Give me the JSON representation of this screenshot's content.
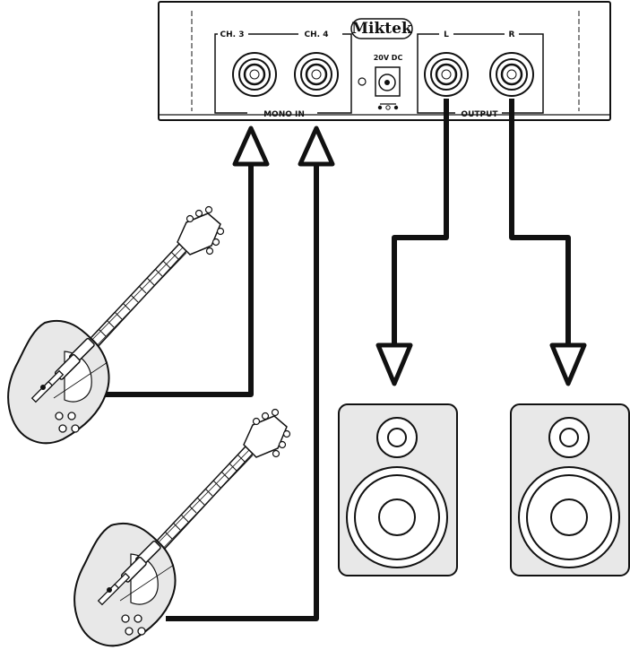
{
  "brand": "Miktek",
  "panel": {
    "mono_in_group_label": "MONO IN",
    "output_group_label": "OUTPUT",
    "inputs": [
      {
        "label": "CH. 3"
      },
      {
        "label": "CH. 4"
      }
    ],
    "outputs": [
      {
        "label": "L"
      },
      {
        "label": "R"
      }
    ],
    "power_label": "20V DC"
  },
  "devices": {
    "guitars": [
      {
        "name": "electric-guitar"
      },
      {
        "name": "electric-guitar"
      }
    ],
    "speakers": [
      {
        "name": "studio-monitor-left"
      },
      {
        "name": "studio-monitor-right"
      }
    ]
  },
  "colors": {
    "line": "#111111",
    "speaker_fill": "#e8e8e8",
    "panel_fill": "#ffffff"
  }
}
